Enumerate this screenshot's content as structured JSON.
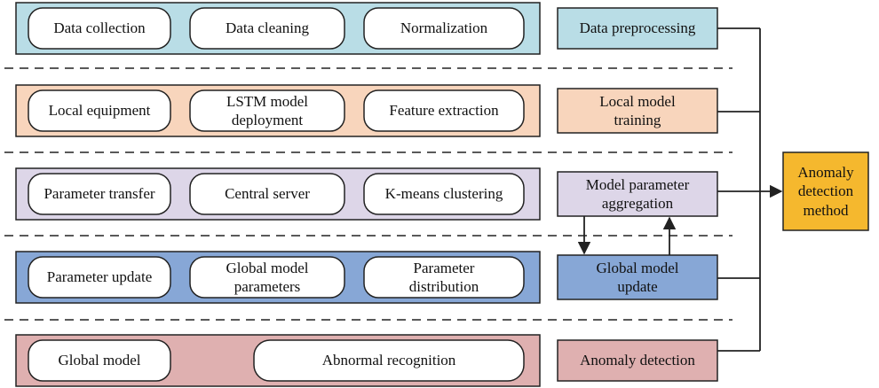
{
  "colors": {
    "row1": "#b9dde6",
    "row2": "#f8d5bc",
    "row3": "#ddd6e8",
    "row4": "#87a7d6",
    "row5": "#dfb0b0",
    "final": "#f5b82e",
    "stroke": "#222222"
  },
  "rows": [
    {
      "items": [
        "Data collection",
        "Data cleaning",
        "Normalization"
      ],
      "stage": "Data preprocessing"
    },
    {
      "items": [
        "Local equipment",
        "LSTM model\ndeployment",
        "Feature extraction"
      ],
      "stage": "Local model\ntraining"
    },
    {
      "items": [
        "Parameter transfer",
        "Central server",
        "K-means clustering"
      ],
      "stage": "Model parameter\naggregation"
    },
    {
      "items": [
        "Parameter update",
        "Global model\nparameters",
        "Parameter\ndistribution"
      ],
      "stage": "Global model\nupdate"
    },
    {
      "items": [
        "Global model",
        "Abnormal recognition"
      ],
      "stage": "Anomaly detection"
    }
  ],
  "final": "Anomaly\ndetection\nmethod"
}
